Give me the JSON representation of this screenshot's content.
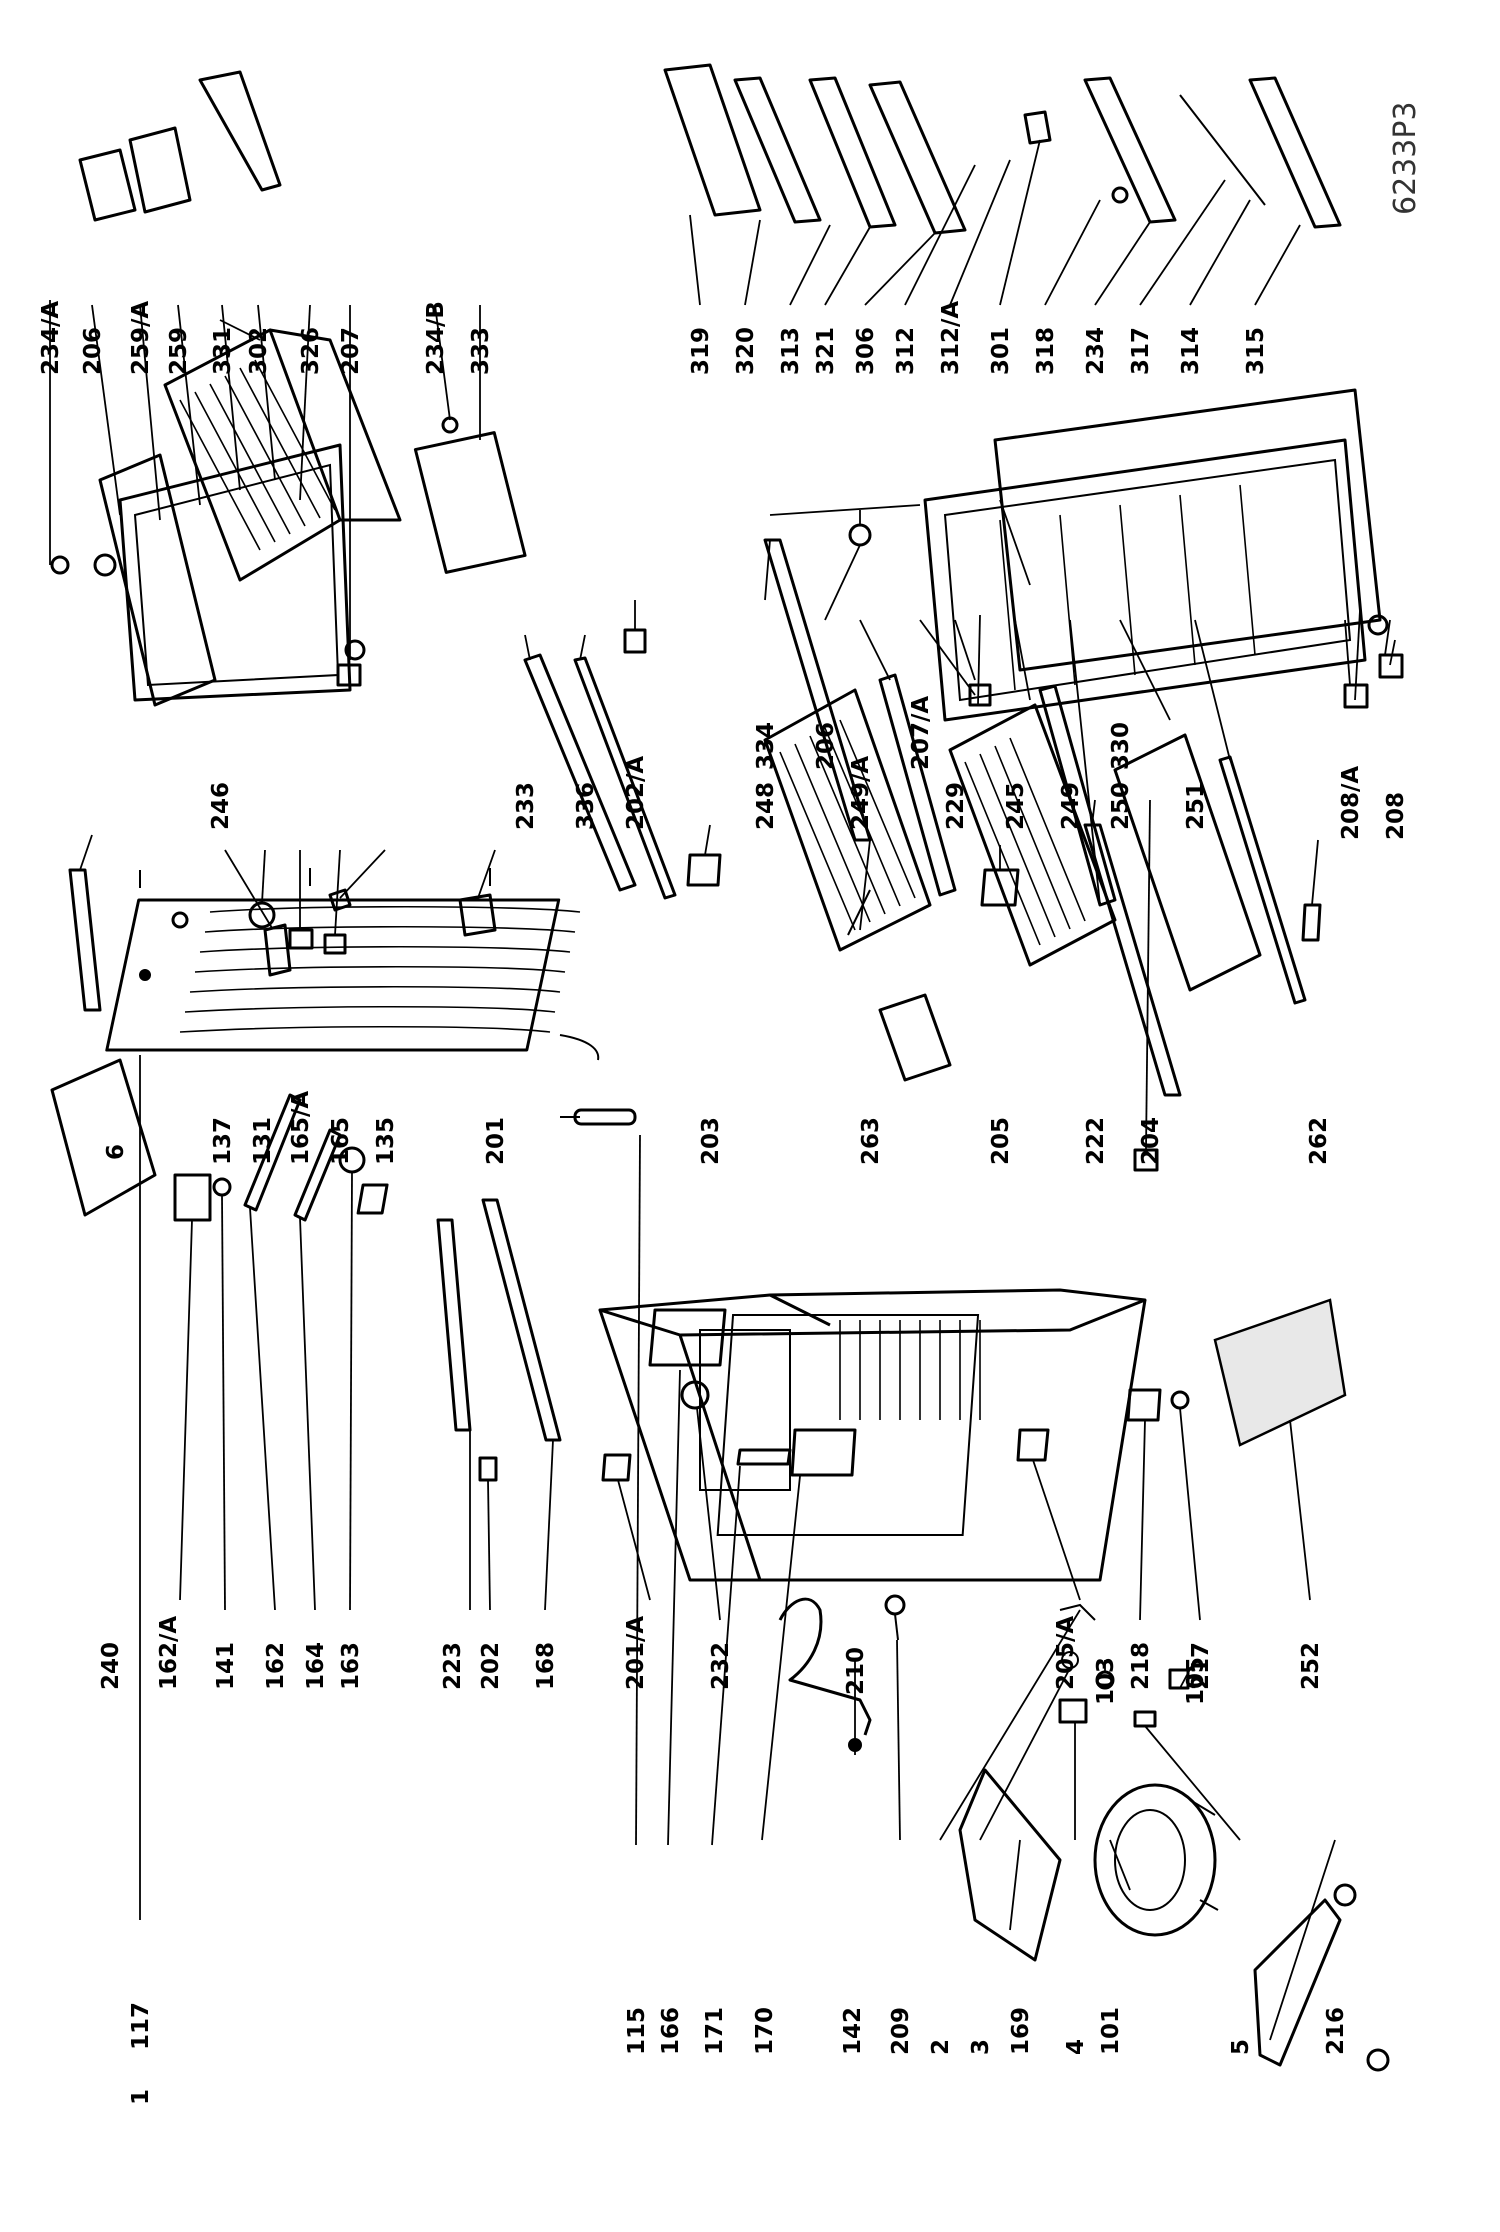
{
  "diagram": {
    "drawing_code": "6233P3",
    "labels": [
      {
        "id": "1",
        "text": "1"
      },
      {
        "id": "117",
        "text": "117"
      },
      {
        "id": "115",
        "text": "115"
      },
      {
        "id": "166",
        "text": "166"
      },
      {
        "id": "171",
        "text": "171"
      },
      {
        "id": "170",
        "text": "170"
      },
      {
        "id": "142",
        "text": "142"
      },
      {
        "id": "209",
        "text": "209"
      },
      {
        "id": "2",
        "text": "2"
      },
      {
        "id": "3",
        "text": "3"
      },
      {
        "id": "169",
        "text": "169"
      },
      {
        "id": "4",
        "text": "4"
      },
      {
        "id": "101",
        "text": "101"
      },
      {
        "id": "5",
        "text": "5"
      },
      {
        "id": "216",
        "text": "216"
      },
      {
        "id": "210",
        "text": "210"
      },
      {
        "id": "103",
        "text": "103"
      },
      {
        "id": "105",
        "text": "105"
      },
      {
        "id": "240",
        "text": "240"
      },
      {
        "id": "162a",
        "text": "162/A"
      },
      {
        "id": "141",
        "text": "141"
      },
      {
        "id": "162",
        "text": "162"
      },
      {
        "id": "164",
        "text": "164"
      },
      {
        "id": "163",
        "text": "163"
      },
      {
        "id": "223",
        "text": "223"
      },
      {
        "id": "202",
        "text": "202"
      },
      {
        "id": "168",
        "text": "168"
      },
      {
        "id": "201a",
        "text": "201/A"
      },
      {
        "id": "232",
        "text": "232"
      },
      {
        "id": "205a",
        "text": "205/A"
      },
      {
        "id": "218",
        "text": "218"
      },
      {
        "id": "217",
        "text": "217"
      },
      {
        "id": "252",
        "text": "252"
      },
      {
        "id": "6",
        "text": "6"
      },
      {
        "id": "137",
        "text": "137"
      },
      {
        "id": "131",
        "text": "131"
      },
      {
        "id": "165a",
        "text": "165/A"
      },
      {
        "id": "165",
        "text": "165"
      },
      {
        "id": "135",
        "text": "135"
      },
      {
        "id": "201",
        "text": "201"
      },
      {
        "id": "203",
        "text": "203"
      },
      {
        "id": "263",
        "text": "263"
      },
      {
        "id": "205",
        "text": "205"
      },
      {
        "id": "222",
        "text": "222"
      },
      {
        "id": "204",
        "text": "204"
      },
      {
        "id": "262",
        "text": "262"
      },
      {
        "id": "246",
        "text": "246"
      },
      {
        "id": "233",
        "text": "233"
      },
      {
        "id": "336",
        "text": "336"
      },
      {
        "id": "202a",
        "text": "202/A"
      },
      {
        "id": "248",
        "text": "248"
      },
      {
        "id": "249a",
        "text": "249/A"
      },
      {
        "id": "229",
        "text": "229"
      },
      {
        "id": "245",
        "text": "245"
      },
      {
        "id": "249",
        "text": "249"
      },
      {
        "id": "250",
        "text": "250"
      },
      {
        "id": "251",
        "text": "251"
      },
      {
        "id": "334",
        "text": "334"
      },
      {
        "id": "206b",
        "text": "206"
      },
      {
        "id": "207a",
        "text": "207/A"
      },
      {
        "id": "330",
        "text": "330"
      },
      {
        "id": "208a",
        "text": "208/A"
      },
      {
        "id": "208",
        "text": "208"
      },
      {
        "id": "234a",
        "text": "234/A"
      },
      {
        "id": "206",
        "text": "206"
      },
      {
        "id": "259a",
        "text": "259/A"
      },
      {
        "id": "259",
        "text": "259"
      },
      {
        "id": "331",
        "text": "331"
      },
      {
        "id": "302",
        "text": "302"
      },
      {
        "id": "326",
        "text": "326"
      },
      {
        "id": "207",
        "text": "207"
      },
      {
        "id": "234b",
        "text": "234/B"
      },
      {
        "id": "333",
        "text": "333"
      },
      {
        "id": "319",
        "text": "319"
      },
      {
        "id": "320",
        "text": "320"
      },
      {
        "id": "313",
        "text": "313"
      },
      {
        "id": "321",
        "text": "321"
      },
      {
        "id": "306",
        "text": "306"
      },
      {
        "id": "312",
        "text": "312"
      },
      {
        "id": "312a",
        "text": "312/A"
      },
      {
        "id": "301",
        "text": "301"
      },
      {
        "id": "318",
        "text": "318"
      },
      {
        "id": "234",
        "text": "234"
      },
      {
        "id": "317",
        "text": "317"
      },
      {
        "id": "314",
        "text": "314"
      },
      {
        "id": "315",
        "text": "315"
      }
    ]
  }
}
